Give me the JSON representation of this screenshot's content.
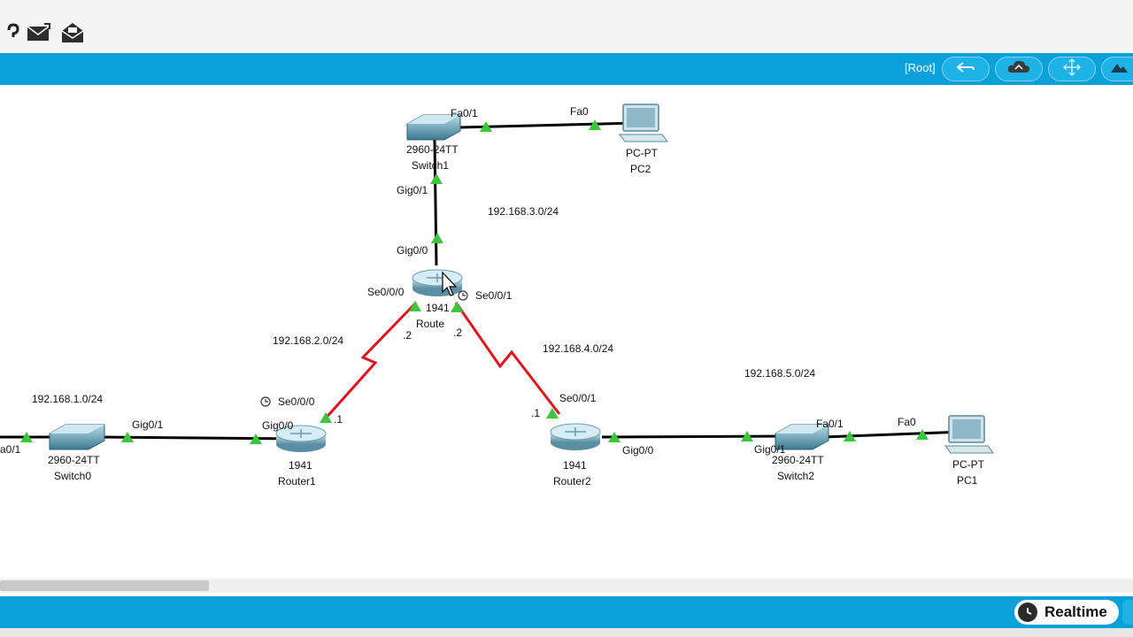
{
  "toolbar": {
    "buttons": [
      {
        "icon": "envelope-icon"
      },
      {
        "icon": "open-envelope-icon"
      }
    ]
  },
  "navbar": {
    "root_label": "[Root]",
    "buttons": [
      "back-icon",
      "cloud-icon",
      "move-icon"
    ]
  },
  "topology": {
    "networks": {
      "n1": "192.168.1.0/24",
      "n2": "192.168.2.0/24",
      "n3": "192.168.3.0/24",
      "n4": "192.168.4.0/24",
      "n5": "192.168.5.0/24"
    },
    "devices": {
      "switch1": {
        "model": "2960-24TT",
        "name": "Switch1"
      },
      "pc2": {
        "model": "PC-PT",
        "name": "PC2"
      },
      "router0": {
        "model": "1941",
        "name": "Route"
      },
      "router1": {
        "model": "1941",
        "name": "Router1"
      },
      "router2": {
        "model": "1941",
        "name": "Router2"
      },
      "switch0": {
        "model": "2960-24TT",
        "name": "Switch0"
      },
      "switch2": {
        "model": "2960-24TT",
        "name": "Switch2"
      },
      "pc1": {
        "model": "PC-PT",
        "name": "PC1"
      }
    },
    "ports": {
      "sw1_fa01": "Fa0/1",
      "pc2_fa0": "Fa0",
      "sw1_gig01": "Gig0/1",
      "r0_gig00": "Gig0/0",
      "r0_se000": "Se0/0/0",
      "r0_se001": "Se0/0/1",
      "r0_host_left": ".2",
      "r0_host_right": ".2",
      "r1_se000": "Se0/0/0",
      "r1_gig00": "Gig0/0",
      "r1_host": ".1",
      "sw0_gig01": "Gig0/1",
      "sw0_fa01": "a0/1",
      "r2_se001": "Se0/0/1",
      "r2_gig00": "Gig0/0",
      "r2_host": ".1",
      "sw2_gig01": "Gig0/1",
      "sw2_fa01": "Fa0/1",
      "pc1_fa0": "Fa0"
    }
  },
  "status": {
    "realtime_label": "Realtime"
  },
  "colors": {
    "accent": "#0aa0d8",
    "serial_link": "#e3141c",
    "ethernet_link": "#000000",
    "link_up": "#3ec43e"
  }
}
